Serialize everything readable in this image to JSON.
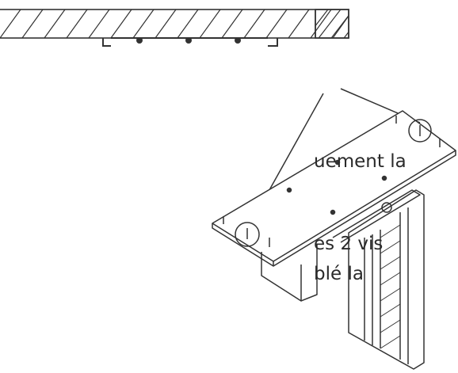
{
  "text_fragments": [
    {
      "text": "uement la"
    },
    {
      "text": "es 2 vis"
    },
    {
      "text": "blé la"
    }
  ],
  "colors": {
    "ink": "#2a2a2a",
    "paper": "#ffffff"
  }
}
